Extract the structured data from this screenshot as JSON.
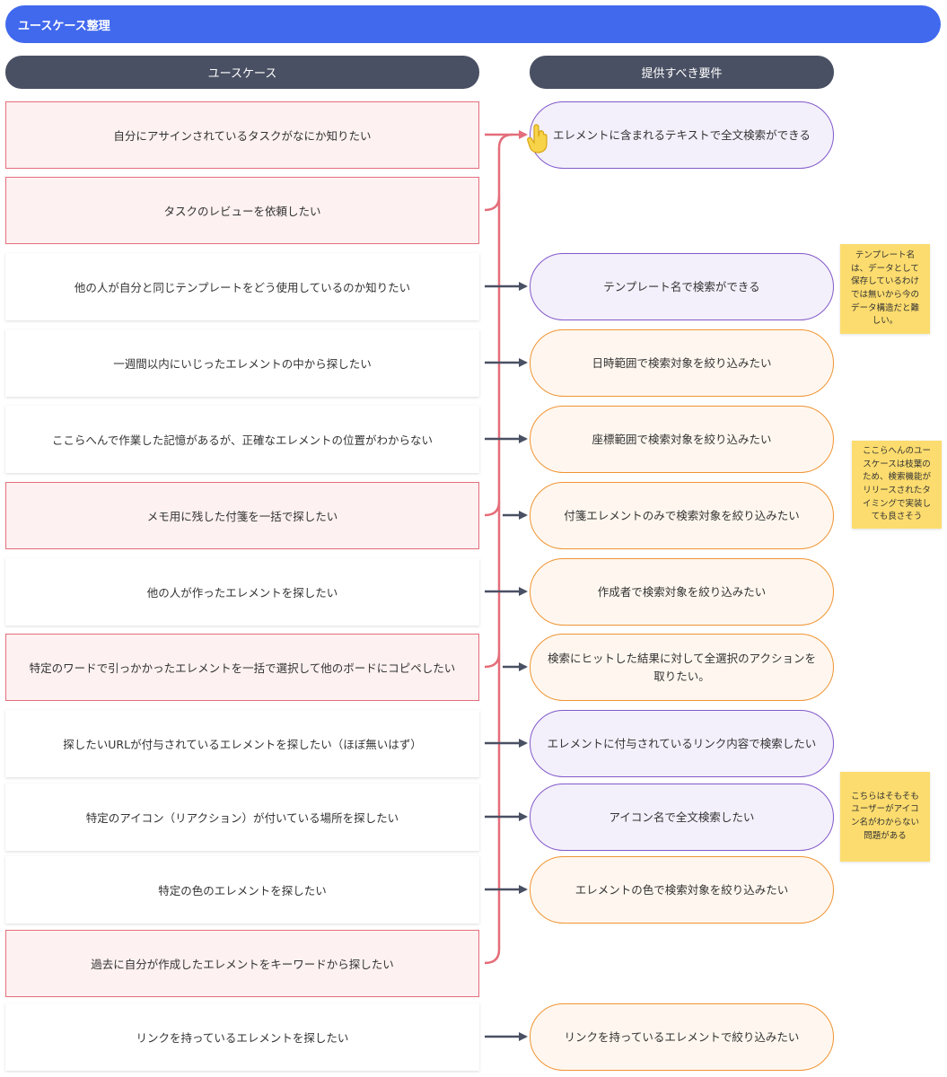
{
  "title": "ユースケース整理",
  "headers": {
    "use_cases": "ユースケース",
    "requirements": "提供すべき要件"
  },
  "use_cases": [
    "自分にアサインされているタスクがなにか知りたい",
    "タスクのレビューを依頼したい",
    "他の人が自分と同じテンプレートをどう使用しているのか知りたい",
    "一週間以内にいじったエレメントの中から探したい",
    "ここらへんで作業した記憶があるが、正確なエレメントの位置がわからない",
    "メモ用に残した付箋を一括で探したい",
    "他の人が作ったエレメントを探したい",
    "特定のワードで引っかかったエレメントを一括で選択して他のボードにコピペしたい",
    "探したいURLが付与されているエレメントを探したい（ほぼ無いはず）",
    "特定のアイコン（リアクション）が付いている場所を探したい",
    "特定の色のエレメントを探したい",
    "過去に自分が作成したエレメントをキーワードから探したい",
    "リンクを持っているエレメントを探したい"
  ],
  "requirements": [
    "エレメントに含まれるテキストで全文検索ができる",
    "テンプレート名で検索ができる",
    "日時範囲で検索対象を絞り込みたい",
    "座標範囲で検索対象を絞り込みたい",
    "付箋エレメントのみで検索対象を絞り込みたい",
    "作成者で検索対象を絞り込みたい",
    "検索にヒットした結果に対して全選択のアクションを取りたい。",
    "エレメントに付与されているリンク内容で検索したい",
    "アイコン名で全文検索したい",
    "エレメントの色で検索対象を絞り込みたい",
    "リンクを持っているエレメントで絞り込みたい"
  ],
  "notes": [
    "テンプレート名は、データとして保存しているわけでは無いから今のデータ構造だと難しい。",
    "ここらへんのユースケースは枝葉のため、検索機能がリリースされたタイミングで実装しても良さそう",
    "こちらはそもそもユーザーがアイコン名がわからない問題がある"
  ],
  "colors": {
    "title_bar": "#4169ee",
    "header": "#4a5063",
    "pink_border": "#e46e7b",
    "purple_border": "#8358c9",
    "orange_border": "#ef9433",
    "arrow": "#4a5063",
    "sticky": "#fcdc6e"
  },
  "icons": [
    "hand-pointer-icon"
  ]
}
